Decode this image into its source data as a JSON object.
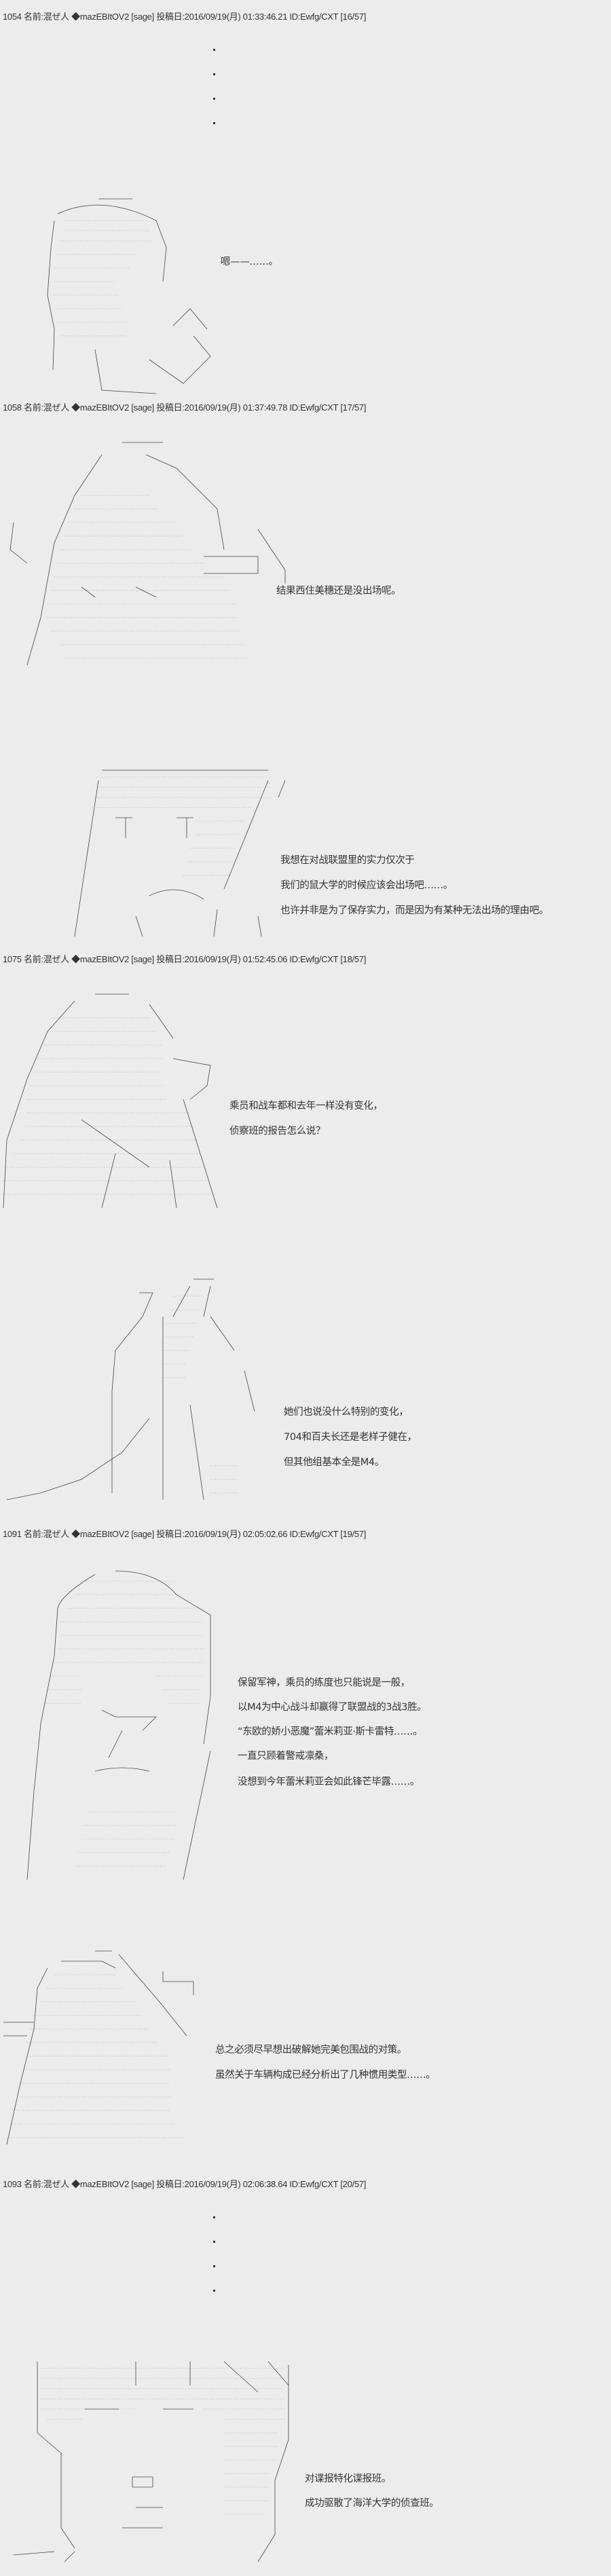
{
  "posts": [
    {
      "header": "1054 名前:混ぜ人 ◆mazEBItOV2 [sage] 投稿日:2016/09/19(月) 01:33:46.21 ID:Ewfg/CXT [16/57]",
      "lines": [
        "嗯——……。"
      ]
    },
    {
      "header": "1058 名前:混ぜ人 ◆mazEBItOV2 [sage] 投稿日:2016/09/19(月) 01:37:49.78 ID:Ewfg/CXT [17/57]",
      "lines": [
        "结果西住美穗还是没出场呢。",
        "我想在对战联盟里的实力仅次于",
        "我们的鼠大学的时候应该会出场吧……。",
        "也许并非是为了保存实力，而是因为有某种无法出场的理由吧。"
      ]
    },
    {
      "header": "1075 名前:混ぜ人 ◆mazEBItOV2 [sage] 投稿日:2016/09/19(月) 01:52:45.06 ID:Ewfg/CXT [18/57]",
      "lines": [
        "乘员和战车都和去年一样没有变化，",
        "侦察班的报告怎么说？",
        "她们也说没什么特别的变化，",
        "704和百夫长还是老样子健在，",
        "但其他组基本全是M4。"
      ]
    },
    {
      "header": "1091 名前:混ぜ人 ◆mazEBItOV2 [sage] 投稿日:2016/09/19(月) 02:05:02.66 ID:Ewfg/CXT [19/57]",
      "lines": [
        "保留军神，乘员的练度也只能说是一般，",
        "以M4为中心战斗却赢得了联盟战的3战3胜。",
        "“东欧的娇小恶魔”蕾米莉亚·斯卡雷特……。",
        "一直只顾着警戒凛桑，",
        "没想到今年蕾米莉亚会如此锋芒毕露……。",
        "总之必须尽早想出破解她完美包围战的对策。",
        "虽然关于车辆构成已经分析出了几种惯用类型……。"
      ]
    },
    {
      "header": "1093 名前:混ぜ人 ◆mazEBItOV2 [sage] 投稿日:2016/09/19(月) 02:06:38.64 ID:Ewfg/CXT [20/57]",
      "lines": [
        "对谍报特化谍报班。",
        "成功驱散了海洋大学的侦查班。"
      ]
    }
  ]
}
